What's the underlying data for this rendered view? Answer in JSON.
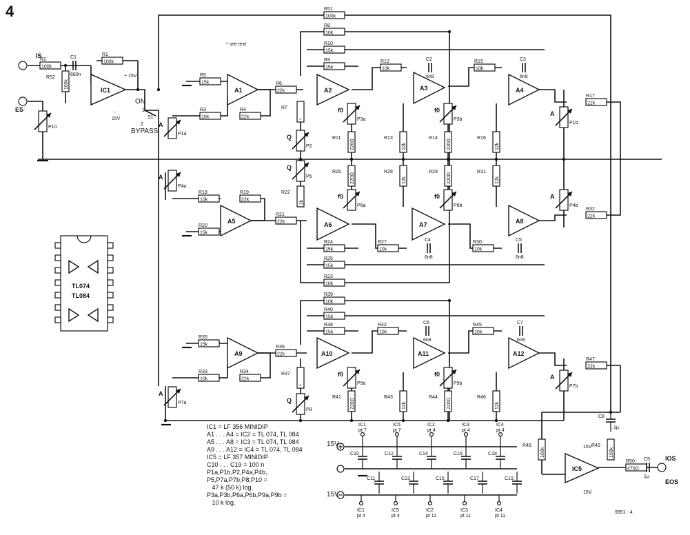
{
  "figure": {
    "number": "4",
    "ref": "9951 - 4",
    "see_text": "* see text"
  },
  "ports": {
    "in_signal": "IS",
    "in_ext": "ES",
    "out_signal": "IOS",
    "out_ext": "EOS"
  },
  "switch": {
    "name": "S1",
    "pos1": "1",
    "pos2": "2",
    "on": "ON",
    "bypass": "BYPASS"
  },
  "opamps": [
    "IC1",
    "A1",
    "A2",
    "A3",
    "A4",
    "A5",
    "A6",
    "A7",
    "A8",
    "A9",
    "A10",
    "A11",
    "A12",
    "IC5"
  ],
  "supply": {
    "plus": "15V",
    "minus": "15V",
    "plus_sign": "+",
    "minus_sign": "−"
  },
  "resistors": [
    {
      "n": "R51",
      "v": "100k"
    },
    {
      "n": "R8",
      "v": "10k"
    },
    {
      "n": "R10",
      "v": "15k"
    },
    {
      "n": "R9",
      "v": "15k"
    },
    {
      "n": "R2",
      "v": "100k"
    },
    {
      "n": "R1",
      "v": "100k"
    },
    {
      "n": "R52",
      "v": "100k"
    },
    {
      "n": "R5",
      "v": "15k"
    },
    {
      "n": "R3",
      "v": "10k"
    },
    {
      "n": "R4",
      "v": "22k"
    },
    {
      "n": "R6",
      "v": "22k"
    },
    {
      "n": "R7",
      "v": "*"
    },
    {
      "n": "R12",
      "v": "10k"
    },
    {
      "n": "R15",
      "v": "10k"
    },
    {
      "n": "R11",
      "v": "220Ω"
    },
    {
      "n": "R13",
      "v": "12k"
    },
    {
      "n": "R14",
      "v": "220Ω"
    },
    {
      "n": "R16",
      "v": "12k"
    },
    {
      "n": "R17",
      "v": "22k"
    },
    {
      "n": "R18",
      "v": "10k"
    },
    {
      "n": "R19",
      "v": "22k"
    },
    {
      "n": "R20",
      "v": "15k"
    },
    {
      "n": "R21",
      "v": "22k"
    },
    {
      "n": "R22",
      "v": "1k"
    },
    {
      "n": "R26",
      "v": "220Ω"
    },
    {
      "n": "R28",
      "v": "12k"
    },
    {
      "n": "R29",
      "v": "220Ω"
    },
    {
      "n": "R31",
      "v": "12k"
    },
    {
      "n": "R32",
      "v": "22k"
    },
    {
      "n": "R24",
      "v": "15k"
    },
    {
      "n": "R27",
      "v": "10k"
    },
    {
      "n": "R30",
      "v": "10k"
    },
    {
      "n": "R25",
      "v": "15k"
    },
    {
      "n": "R23",
      "v": "10k"
    },
    {
      "n": "R39",
      "v": "10k"
    },
    {
      "n": "R40",
      "v": "15k"
    },
    {
      "n": "R38",
      "v": "15k"
    },
    {
      "n": "R42",
      "v": "10k"
    },
    {
      "n": "R45",
      "v": "10k"
    },
    {
      "n": "R35",
      "v": "15k"
    },
    {
      "n": "R36",
      "v": "22k"
    },
    {
      "n": "R33",
      "v": "10k"
    },
    {
      "n": "R34",
      "v": "22k"
    },
    {
      "n": "R37",
      "v": "*"
    },
    {
      "n": "R41",
      "v": "220Ω"
    },
    {
      "n": "R43",
      "v": "12k"
    },
    {
      "n": "R44",
      "v": "220Ω"
    },
    {
      "n": "R46",
      "v": "12k"
    },
    {
      "n": "R47",
      "v": "22k"
    },
    {
      "n": "R48",
      "v": "100k"
    },
    {
      "n": "R49",
      "v": "100k"
    },
    {
      "n": "R50",
      "v": "470Ω"
    }
  ],
  "capacitors": [
    {
      "n": "C1",
      "v": "680n"
    },
    {
      "n": "C2",
      "v": "6n8"
    },
    {
      "n": "C3",
      "v": "6n8"
    },
    {
      "n": "C4",
      "v": "6n8"
    },
    {
      "n": "C5",
      "v": "6n8"
    },
    {
      "n": "C6",
      "v": "6n8"
    },
    {
      "n": "C7",
      "v": "6n8"
    },
    {
      "n": "C8",
      "v": "1µ"
    },
    {
      "n": "C9",
      "v": "1µ"
    },
    {
      "n": "C10"
    },
    {
      "n": "C11"
    },
    {
      "n": "C12"
    },
    {
      "n": "C13"
    },
    {
      "n": "C14"
    },
    {
      "n": "C15"
    },
    {
      "n": "C16"
    },
    {
      "n": "C17"
    },
    {
      "n": "C18"
    },
    {
      "n": "C19"
    }
  ],
  "pots": [
    "P1a",
    "P1b",
    "P2",
    "P3a",
    "P3b",
    "P4a",
    "P4b",
    "P5",
    "P6a",
    "P6b",
    "P7a",
    "P7b",
    "P8",
    "P9a",
    "P9b",
    "P10"
  ],
  "pot_marks": {
    "amp": "A",
    "q": "Q",
    "fo": "f0"
  },
  "ic_pinout": {
    "line1": "TL074",
    "line2": "TL084"
  },
  "decoupling_top_pins": [
    {
      "ic": "IC1",
      "pin": "pt 7"
    },
    {
      "ic": "IC5",
      "pin": "pt 7"
    },
    {
      "ic": "IC2",
      "pin": "pt 4"
    },
    {
      "ic": "IC3",
      "pin": "pt 4"
    },
    {
      "ic": "IC4",
      "pin": "pt 4"
    }
  ],
  "decoupling_bottom_pins": [
    {
      "ic": "IC1",
      "pin": "pt 4"
    },
    {
      "ic": "IC5",
      "pin": "pt 4"
    },
    {
      "ic": "IC2",
      "pin": "pt 11"
    },
    {
      "ic": "IC3",
      "pin": "pt 11"
    },
    {
      "ic": "IC4",
      "pin": "pt 11"
    }
  ],
  "parts_notes": [
    "IC1 = LF 356 MINIDIP",
    "A1 . . . A4 = IC2 = TL 074, TL 084",
    "A5 . . . A8 = IC3 = TL 074, TL 084",
    "A9 . . . A12 = IC4 = TL 074, TL 084",
    "IC5 = LF 357 MINIDIP",
    "C10 . . . C19 = 100 n",
    "P1a,P1b,P2,P4a,P4b,",
    "P5,P7a,P7b,P8,P10 =",
    "   47 k (50 k) log.",
    "P3a,P3b,P6a,P6b,P9a,P9b =",
    "   10 k log."
  ]
}
